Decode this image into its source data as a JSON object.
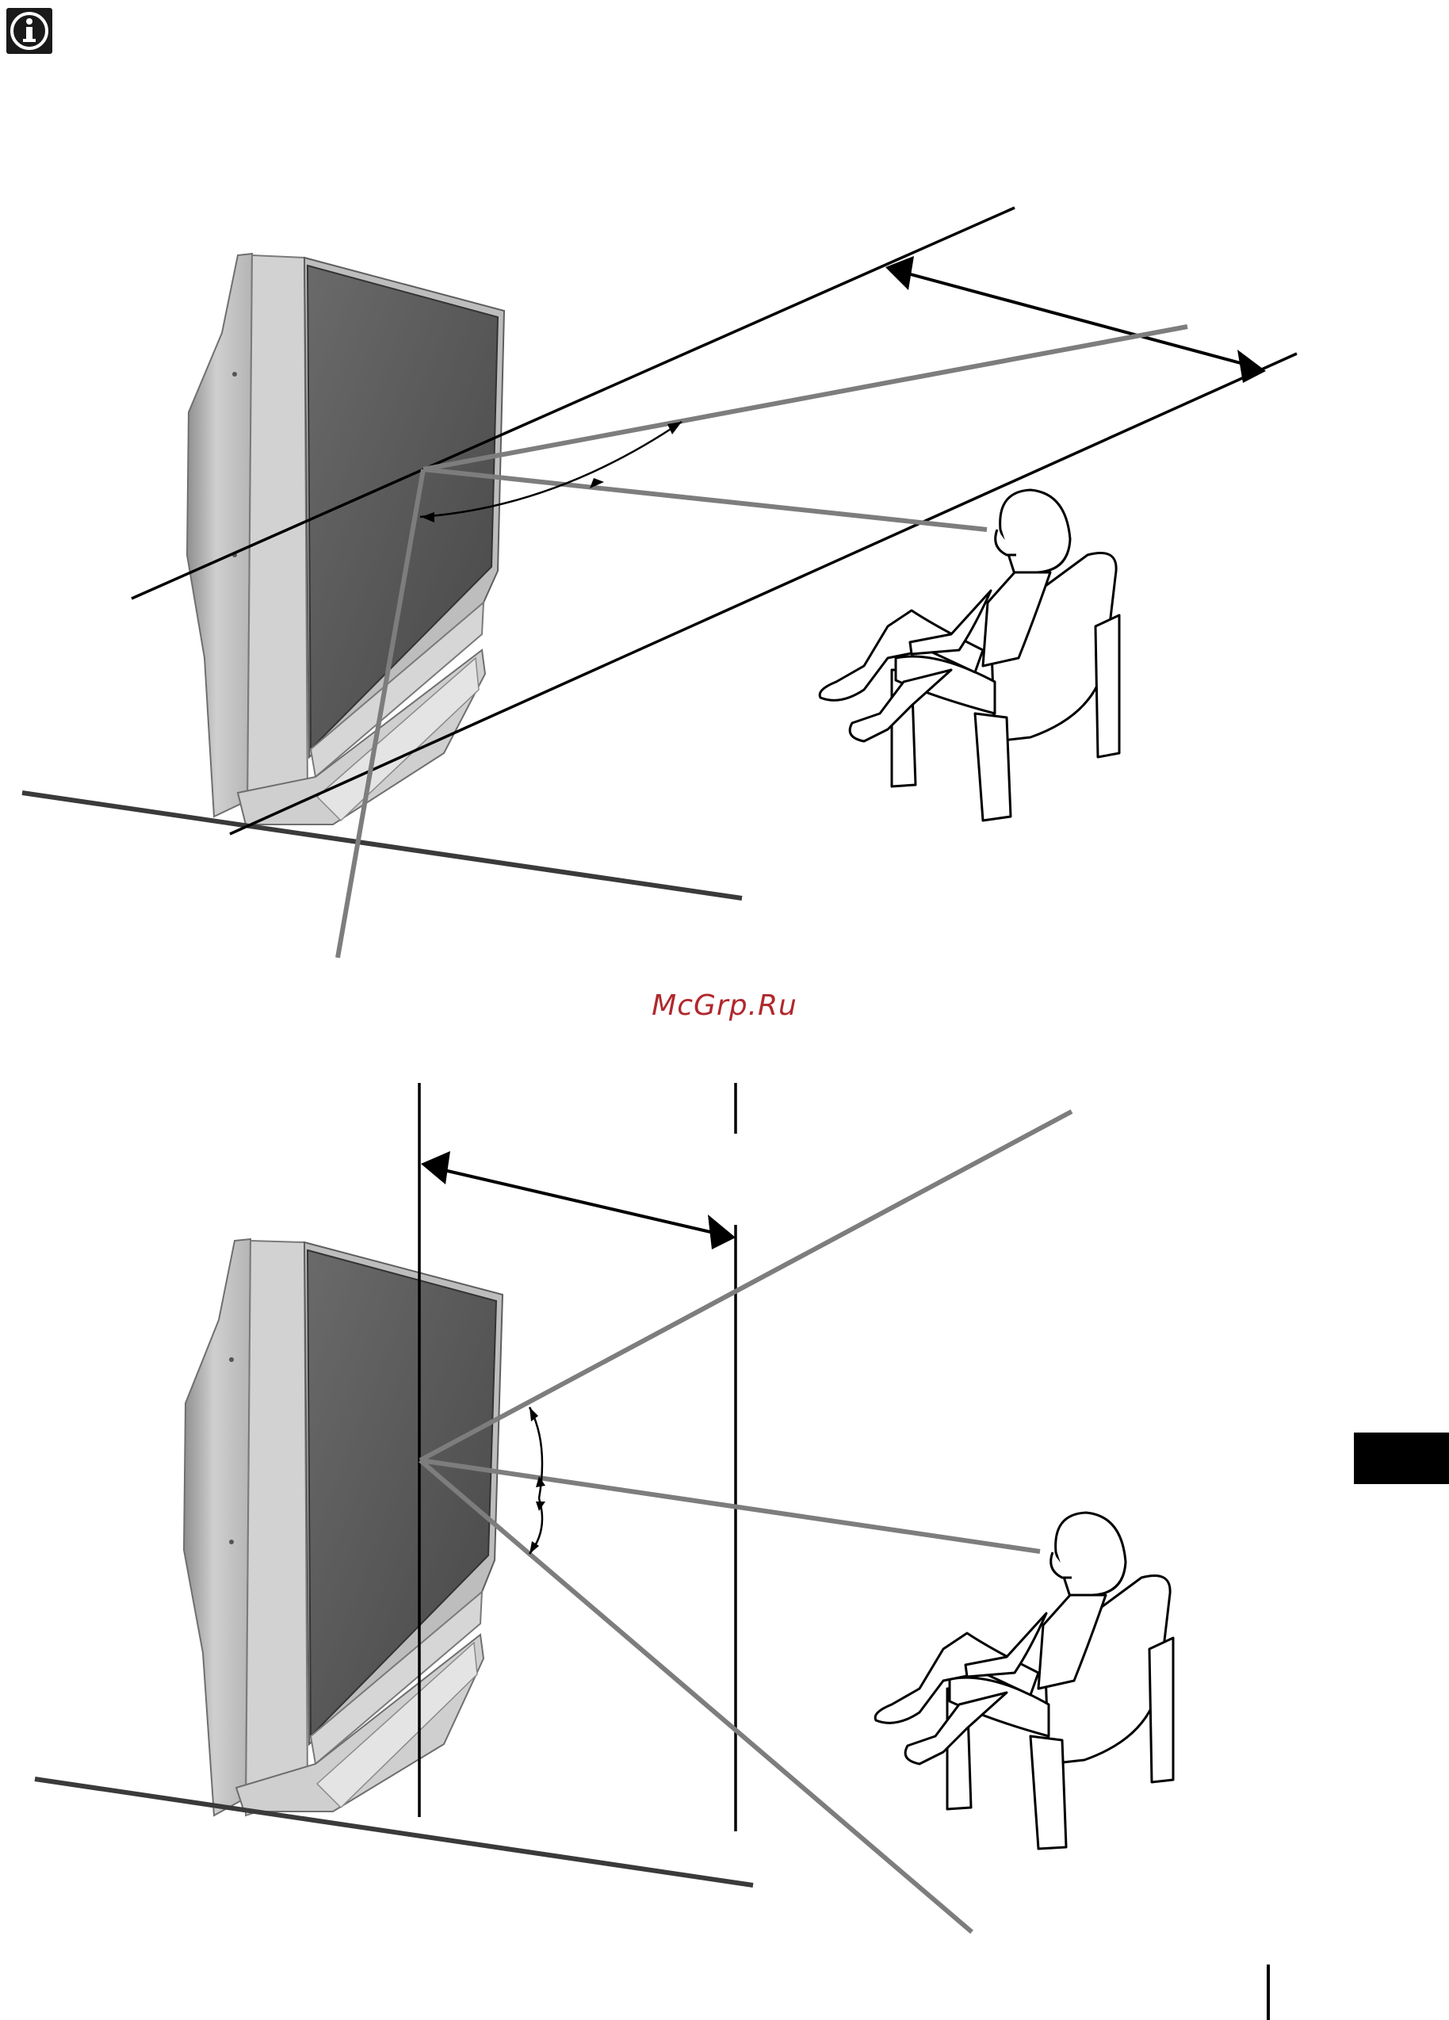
{
  "page": {
    "icons": {
      "info": "info-icon",
      "top_figure": "tv-viewing-distance-side-view-illustration",
      "bottom_figure": "tv-viewing-angle-side-view-illustration"
    },
    "watermark_text": "McGrp.Ru",
    "colors": {
      "ink": "#000000",
      "grey_line": "#808080",
      "floor_line": "#3a3a3a",
      "watermark": "#b0282d",
      "tv_body": "#c4c4c4",
      "tv_screen": "#555555"
    }
  }
}
